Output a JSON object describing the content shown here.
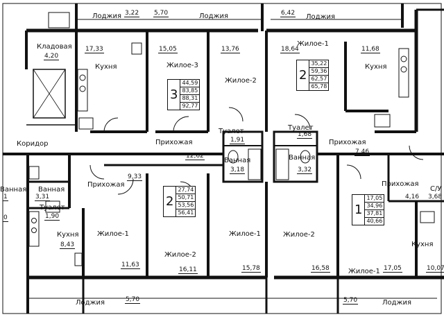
{
  "rooms": {
    "loggia": "Лоджия",
    "storage": "Кладовая",
    "kitchen": "Кухня",
    "living1": "Жилое-1",
    "living2": "Жилое-2",
    "living3": "Жилое-3",
    "hallway": "Прихожая",
    "corridor": "Коридор",
    "toilet": "Туалет",
    "bath": "Ванная",
    "combined_bath": "С/У"
  },
  "areas": {
    "a_3_22": "3,22",
    "a_5_70_top": "5,70",
    "a_6_42": "6,42",
    "a_4_20": "4,20",
    "a_17_33": "17,33",
    "a_15_05": "15,05",
    "a_13_76": "13,76",
    "a_18_64": "18,64",
    "a_11_68": "11,68",
    "a_1_91": "1,91",
    "a_1_68": "1,68",
    "a_12_62": "12,62",
    "a_3_18": "3,18",
    "a_3_32": "3,32",
    "a_7_46": "7,46",
    "a_9_33": "9,33",
    "a_3_31": "3,31",
    "a_1_90": "1,90",
    "a_4_16": "4,16",
    "a_3_68": "3,68",
    "a_8_43": "8,43",
    "a_11_63": "11,63",
    "a_16_11": "16,11",
    "a_15_78": "15,78",
    "a_16_58": "16,58",
    "a_17_05": "17,05",
    "a_10_07": "10,07",
    "a_5_70_bl": "5,70",
    "a_5_70_br": "5,70",
    "cut_1": "1",
    "cut_0": "0"
  },
  "apartments": [
    {
      "rooms": "3",
      "values": [
        "44,59",
        "83,85",
        "88,31",
        "92,77"
      ]
    },
    {
      "rooms": "2",
      "values": [
        "35,22",
        "59,36",
        "62,57",
        "65,78"
      ]
    },
    {
      "rooms": "2",
      "values": [
        "27,74",
        "50,71",
        "53,56",
        "56,41"
      ]
    },
    {
      "rooms": "1",
      "values": [
        "17,05",
        "34,96",
        "37,81",
        "40,66"
      ]
    }
  ]
}
